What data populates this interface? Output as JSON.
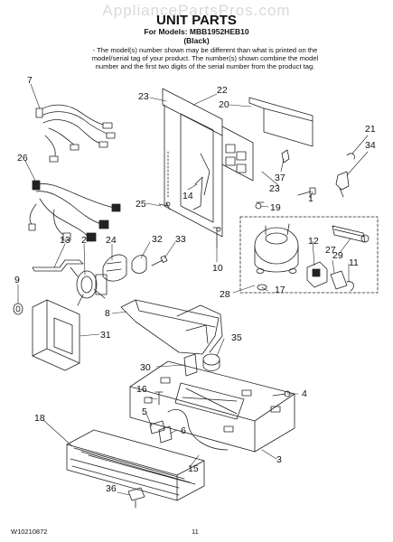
{
  "watermark": "AppliancePartsPros.com",
  "header": {
    "title": "UNIT PARTS",
    "models_line": "For Models: MBB1952HEB10",
    "color_line": "(Black)"
  },
  "note": "The model(s) number shown may be different than what is printed on the model/serial tag of your product. The number(s) shown combine the model number and the first two digits of the serial number from the product tag.",
  "callouts": [
    "7",
    "26",
    "13",
    "2",
    "24",
    "32",
    "33",
    "9",
    "8",
    "31",
    "35",
    "30",
    "16",
    "5",
    "6",
    "18",
    "15",
    "36",
    "23",
    "22",
    "20",
    "21",
    "34",
    "14",
    "25",
    "37",
    "1",
    "19",
    "10",
    "12",
    "27",
    "29",
    "11",
    "28",
    "17",
    "4",
    "3"
  ],
  "footer": {
    "doc_number": "W10210872",
    "page": "11"
  }
}
